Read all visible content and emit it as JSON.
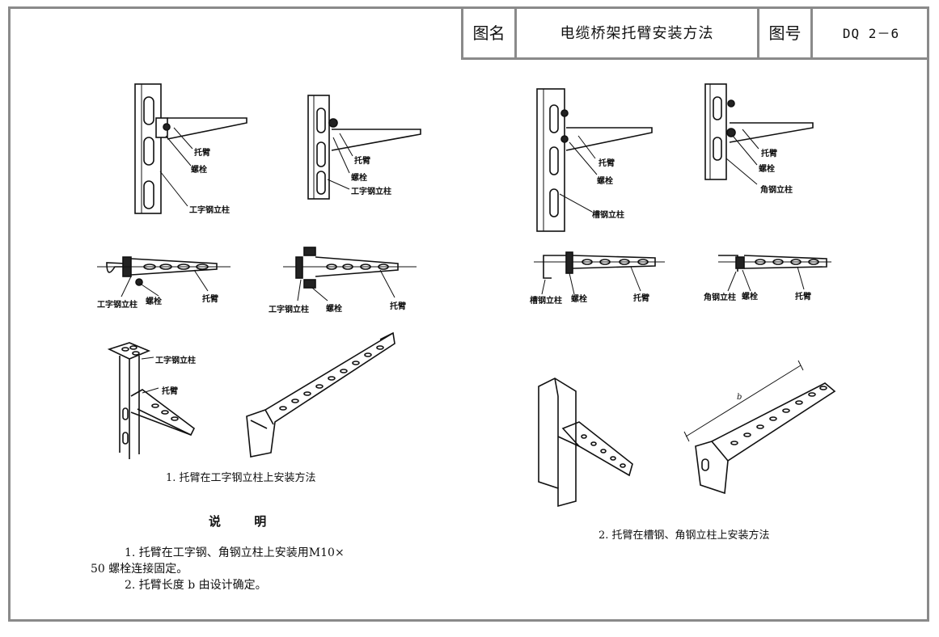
{
  "title_block": {
    "name_label": "图名",
    "drawing_name": "电缆桥架托臂安装方法",
    "number_label": "图号",
    "drawing_number": "DQ 2－6"
  },
  "left": {
    "fig1_labels": {
      "arm": "托臂",
      "bolt": "螺栓",
      "post": "工字钢立柱"
    },
    "fig2_labels": {
      "arm": "托臂",
      "bolt": "螺栓",
      "post": "工字钢立柱"
    },
    "fig3_labels": {
      "post": "工字钢立柱",
      "bolt": "螺栓",
      "arm": "托臂"
    },
    "fig4_labels": {
      "post": "工字钢立柱",
      "bolt": "螺栓",
      "arm": "托臂"
    },
    "fig5_labels": {
      "post": "工字钢立柱",
      "arm": "托臂"
    },
    "caption": "1. 托臂在工字钢立柱上安装方法"
  },
  "right": {
    "fig1_labels": {
      "arm": "托臂",
      "bolt": "螺栓",
      "post": "槽钢立柱"
    },
    "fig2_labels": {
      "arm": "托臂",
      "bolt": "螺栓",
      "post": "角钢立柱"
    },
    "fig3_labels": {
      "post": "槽钢立柱",
      "bolt": "螺栓",
      "arm": "托臂"
    },
    "fig4_labels": {
      "post": "角钢立柱",
      "bolt": "螺栓",
      "arm": "托臂"
    },
    "dimension_b": "b",
    "caption": "2. 托臂在槽钢、角钢立柱上安装方法"
  },
  "notes": {
    "title": "说 明",
    "line1": "1. 托臂在工字钢、角钢立柱上安装用M10×",
    "line1b": "50 螺栓连接固定。",
    "line2": "2. 托臂长度 b 由设计确定。"
  }
}
